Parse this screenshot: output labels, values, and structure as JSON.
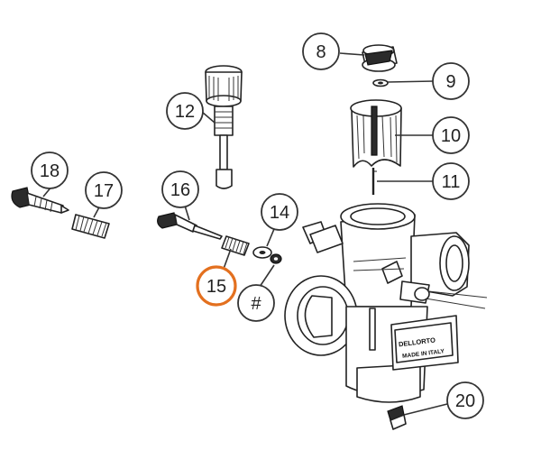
{
  "diagram": {
    "highlight_color": "#e3701f",
    "callouts": [
      {
        "id": "8",
        "label": "8"
      },
      {
        "id": "9",
        "label": "9"
      },
      {
        "id": "10",
        "label": "10"
      },
      {
        "id": "11",
        "label": "11"
      },
      {
        "id": "12",
        "label": "12"
      },
      {
        "id": "14",
        "label": "14"
      },
      {
        "id": "15",
        "label": "15",
        "highlighted": true
      },
      {
        "id": "16",
        "label": "16"
      },
      {
        "id": "17",
        "label": "17"
      },
      {
        "id": "18",
        "label": "18"
      },
      {
        "id": "20",
        "label": "20"
      },
      {
        "id": "hash",
        "label": "#"
      }
    ],
    "body_stamp": {
      "line1": "DELLORTO",
      "line2": "MADE IN ITALY"
    }
  }
}
